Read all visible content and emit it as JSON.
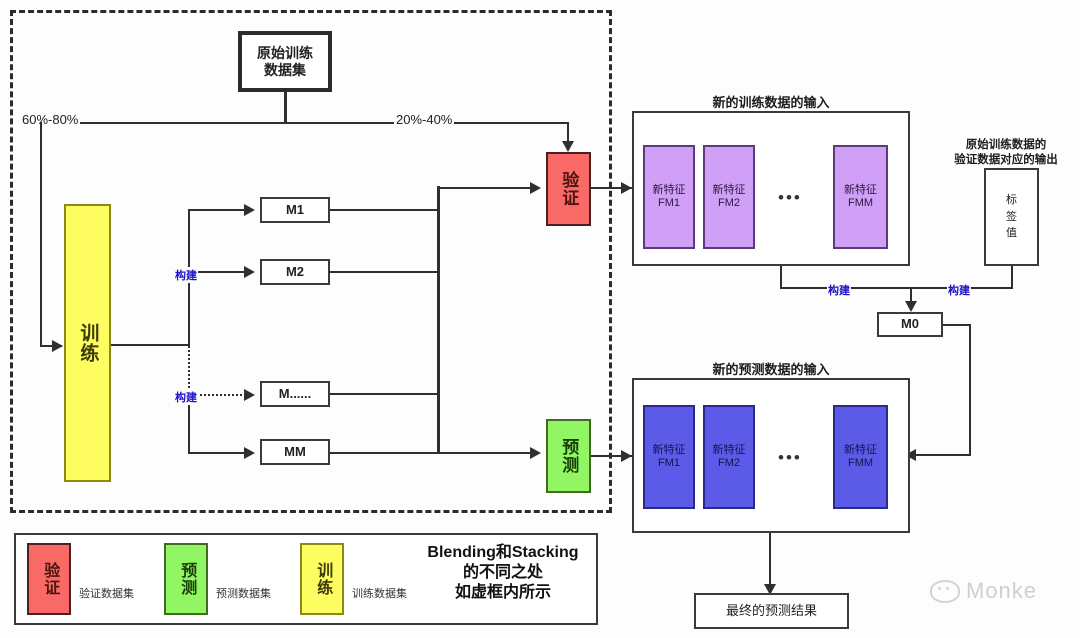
{
  "diagram": {
    "title_box": {
      "label": "原始训练\n数据集"
    },
    "split_labels": {
      "train_pct": "60%-80%",
      "validate_pct": "20%-40%"
    },
    "stages": {
      "train": "训练",
      "validate": "验证",
      "predict": "预测"
    },
    "models": [
      {
        "label": "M1"
      },
      {
        "label": "M2"
      },
      {
        "label": "M......"
      },
      {
        "label": "MM"
      }
    ],
    "build_labels": [
      "构建",
      "构建",
      "构建",
      "构建"
    ],
    "meta_model": {
      "label": "M0"
    },
    "train_panel": {
      "title": "新的训练数据的输入",
      "features": [
        {
          "line1": "新特征",
          "line2": "FM1"
        },
        {
          "line1": "新特征",
          "line2": "FM2"
        },
        {
          "line1": "新特征",
          "line2": "FMM"
        }
      ],
      "ellipsis": "•••"
    },
    "predict_panel": {
      "title": "新的预测数据的输入",
      "features": [
        {
          "line1": "新特征",
          "line2": "FM1"
        },
        {
          "line1": "新特征",
          "line2": "FM2"
        },
        {
          "line1": "新特征",
          "line2": "FMM"
        }
      ],
      "ellipsis": "•••"
    },
    "label_panel": {
      "title": "原始训练数据的\n验证数据对应的输出",
      "box_label": "标\n签\n值"
    },
    "final_result": {
      "label": "最终的预测结果"
    }
  },
  "legend": {
    "items": [
      {
        "swatch": "验证",
        "caption": "验证数据集",
        "color": "#f96a66"
      },
      {
        "swatch": "预测",
        "caption": "预测数据集",
        "color": "#92f564"
      },
      {
        "swatch": "训练",
        "caption": "训练数据集",
        "color": "#fdfd62"
      }
    ],
    "note": "Blending和Stacking\n的不同之处\n如虚框内所示"
  },
  "watermark": {
    "text": "Monke",
    "icon": "wechat-icon"
  },
  "colors": {
    "validate": "#f96a66",
    "predict": "#92f564",
    "train": "#fdfd62",
    "feature_train": "#cfa0f5",
    "feature_predict": "#5b5be8",
    "build_label": "#1b11c9",
    "line": "#2f2f2f"
  }
}
